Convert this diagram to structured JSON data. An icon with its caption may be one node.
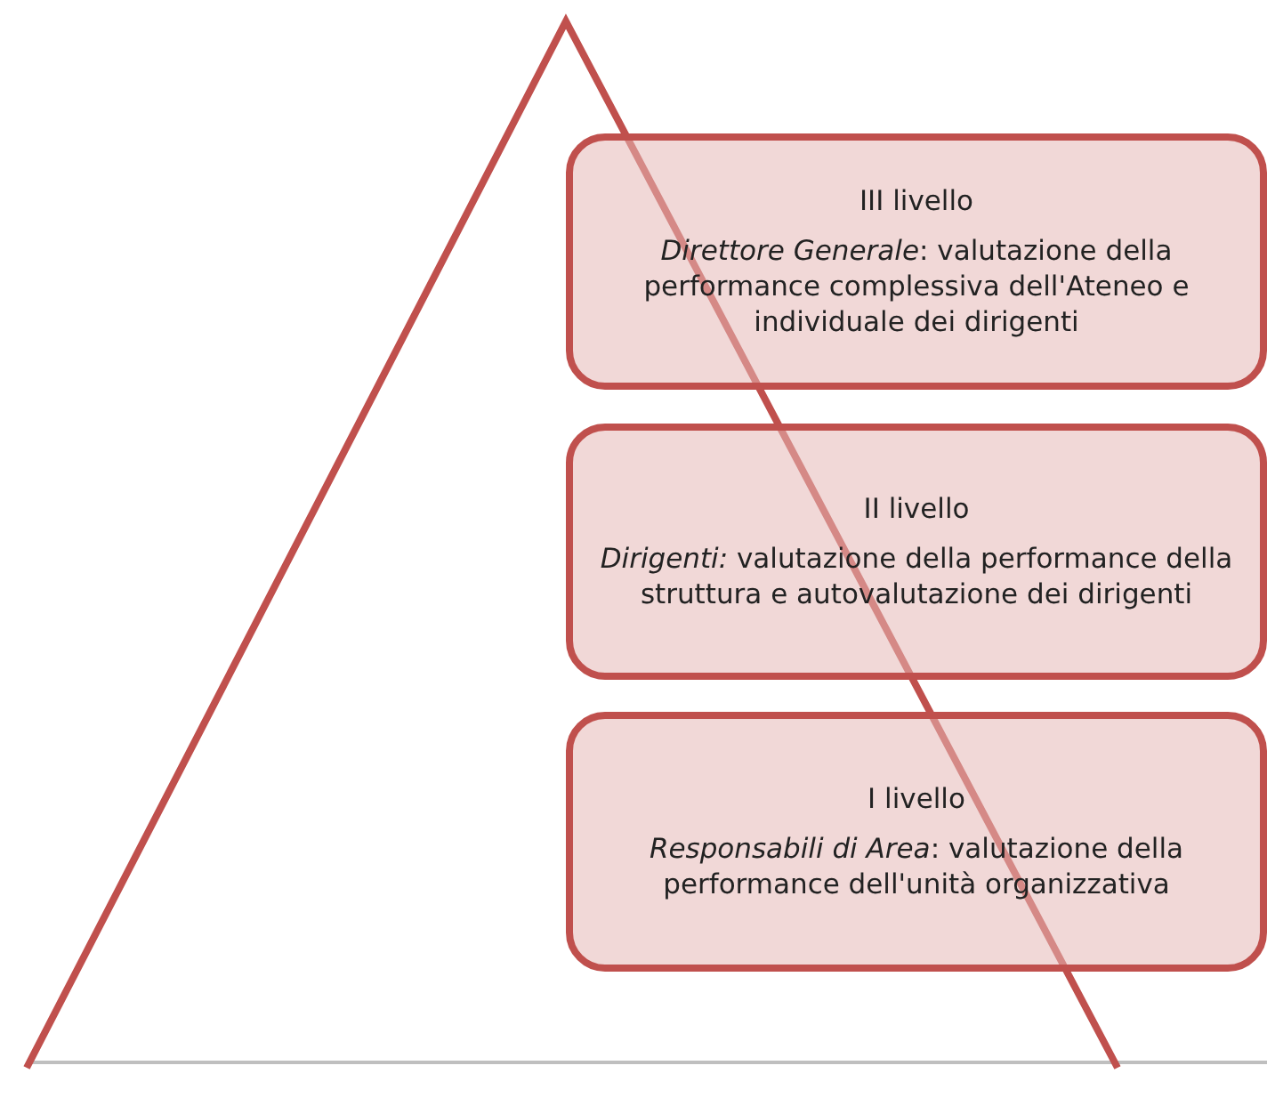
{
  "diagram": {
    "nodes": [
      {
        "text": [
          "III livello",
          "*Direttore Generale*: valutazione della performance complessiva dell'Ateneo e individuale dei dirigenti"
        ]
      },
      {
        "text": [
          "II livello",
          "*Dirigenti:* valutazione della performance della struttura e autovalutazione dei dirigenti"
        ]
      },
      {
        "text": [
          "I livello",
          "*Responsabili di Area*: valutazione della performance dell'unità organizzativa"
        ]
      }
    ]
  }
}
